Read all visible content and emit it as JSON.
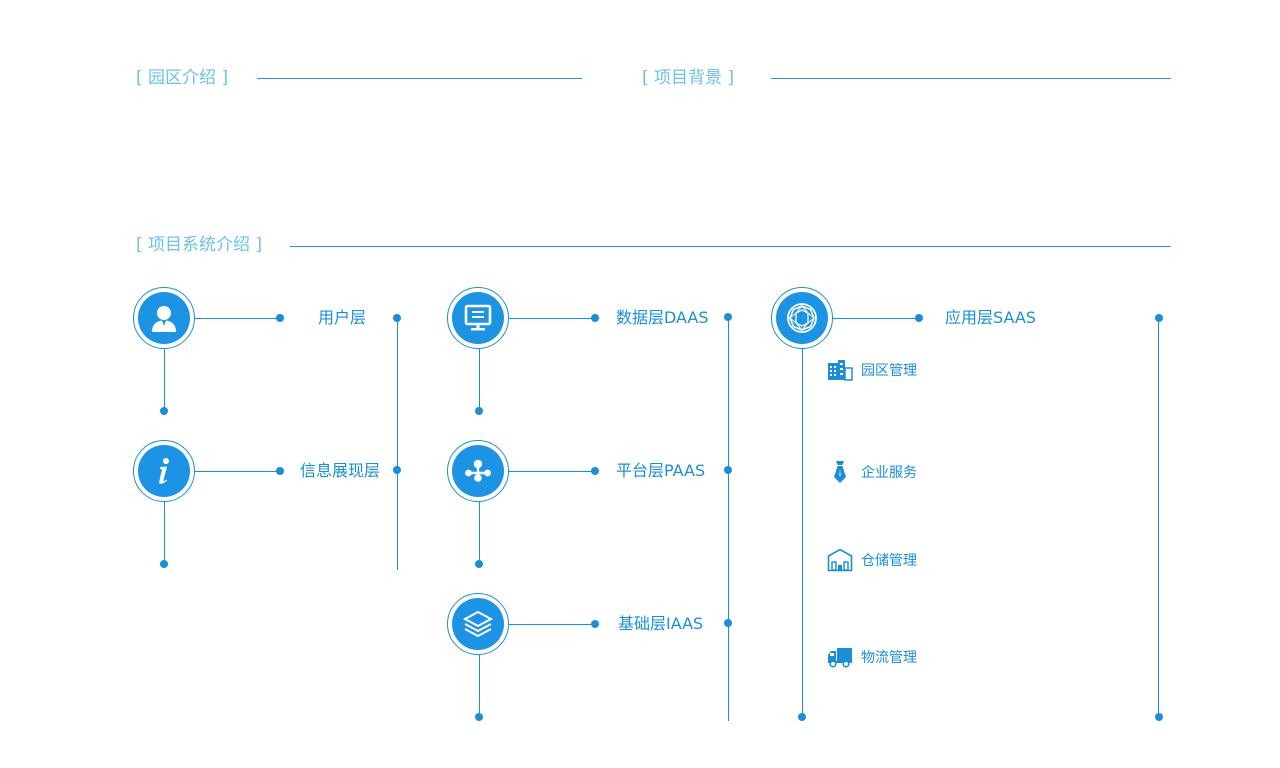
{
  "sections": {
    "park": "[ 园区介绍 ]",
    "background": "[ 项目背景 ]",
    "system": "[ 项目系统介绍 ]"
  },
  "layers": {
    "user": "用户层",
    "info": "信息展现层",
    "data": "数据层DAAS",
    "platform": "平台层PAAS",
    "base": "基础层IAAS",
    "app": "应用层SAAS"
  },
  "apps": [
    {
      "label": "园区管理",
      "icon": "building-icon"
    },
    {
      "label": "企业服务",
      "icon": "necktie-icon"
    },
    {
      "label": "仓储管理",
      "icon": "warehouse-icon"
    },
    {
      "label": "物流管理",
      "icon": "truck-icon"
    }
  ],
  "colors": {
    "accent": "#1a8fd8",
    "title": "#6cc1ec",
    "node_fill": "#1d93e3"
  }
}
